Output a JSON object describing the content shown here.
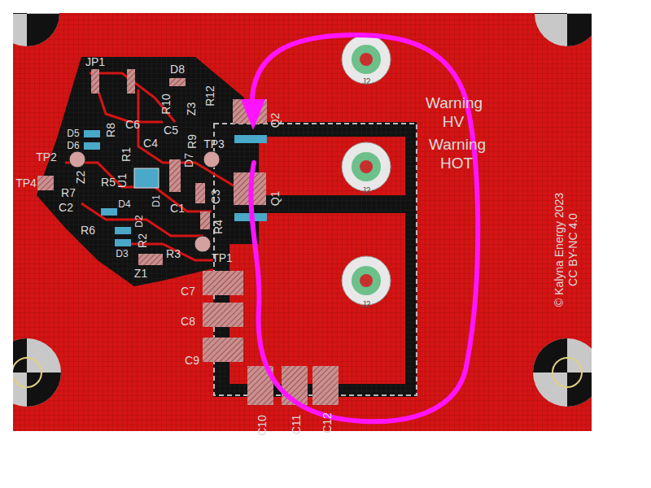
{
  "diagram": {
    "labels": [
      "JP1",
      "D8",
      "R12",
      "Z3",
      "R10",
      "Q2",
      "C5",
      "C6",
      "D5",
      "R8",
      "D6",
      "C4",
      "D7",
      "R9",
      "TP3",
      "TP2",
      "R1",
      "Z2",
      "U1",
      "R5",
      "TP4",
      "R7",
      "C2",
      "D4",
      "D1",
      "C1",
      "R6",
      "D2",
      "R2",
      "R4",
      "C3",
      "Q1",
      "D3",
      "R3",
      "Z1",
      "TP1",
      "C7",
      "C8",
      "C9",
      "C10",
      "C11",
      "C12",
      "Warning",
      "HV",
      "Warning",
      "HOT",
      "© Kalyna Energy 2023",
      "CC BY-NC 4.0",
      "J2",
      "J2",
      "J2"
    ]
  }
}
